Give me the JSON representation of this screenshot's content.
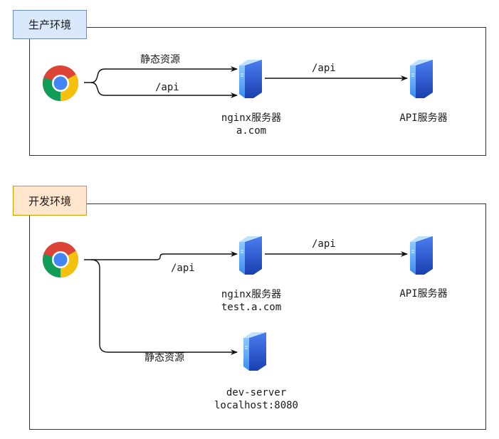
{
  "environments": [
    {
      "title": "生产环境",
      "browser": "chrome-browser",
      "edges": {
        "static": "静态资源",
        "api_to_nginx": "/api",
        "api_to_backend": "/api"
      },
      "nginx": {
        "name": "nginx服务器",
        "host": "a.com"
      },
      "api_server": {
        "name": "API服务器"
      }
    },
    {
      "title": "开发环境",
      "browser": "chrome-browser",
      "edges": {
        "api_to_nginx": "/api",
        "api_to_backend": "/api",
        "static": "静态资源"
      },
      "nginx": {
        "name": "nginx服务器",
        "host": "test.a.com"
      },
      "api_server": {
        "name": "API服务器"
      },
      "dev_server": {
        "name": "dev-server",
        "host": "localhost:8080"
      }
    }
  ],
  "colors": {
    "prod_tag_fill": "#dae8fc",
    "prod_tag_border": "#6c8ebf",
    "dev_tag_fill": "#ffe6cc",
    "dev_tag_border": "#d79b00",
    "server_blue": "#2f6fe0"
  }
}
